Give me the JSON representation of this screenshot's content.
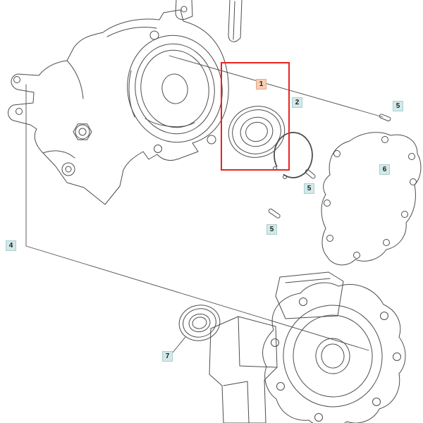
{
  "colors": {
    "background": "#ffffff",
    "line": "#4d4d4d",
    "highlight": "#e8251f",
    "label-bg": "#d3e9e9",
    "label-border": "#a9cfcf",
    "label-text": "#1f1f1f",
    "label-selected-bg": "#f7cdb4",
    "label-selected-border": "#e9a988"
  },
  "selection": {
    "selected_ref": "1"
  },
  "labels": {
    "item1": {
      "ref": "1",
      "selected": true
    },
    "item2": {
      "ref": "2",
      "selected": false
    },
    "item4": {
      "ref": "4",
      "selected": false
    },
    "item5a": {
      "ref": "5",
      "selected": false
    },
    "item5b": {
      "ref": "5",
      "selected": false
    },
    "item5c": {
      "ref": "5",
      "selected": false
    },
    "item6": {
      "ref": "6",
      "selected": false
    },
    "item7": {
      "ref": "7",
      "selected": false
    }
  }
}
